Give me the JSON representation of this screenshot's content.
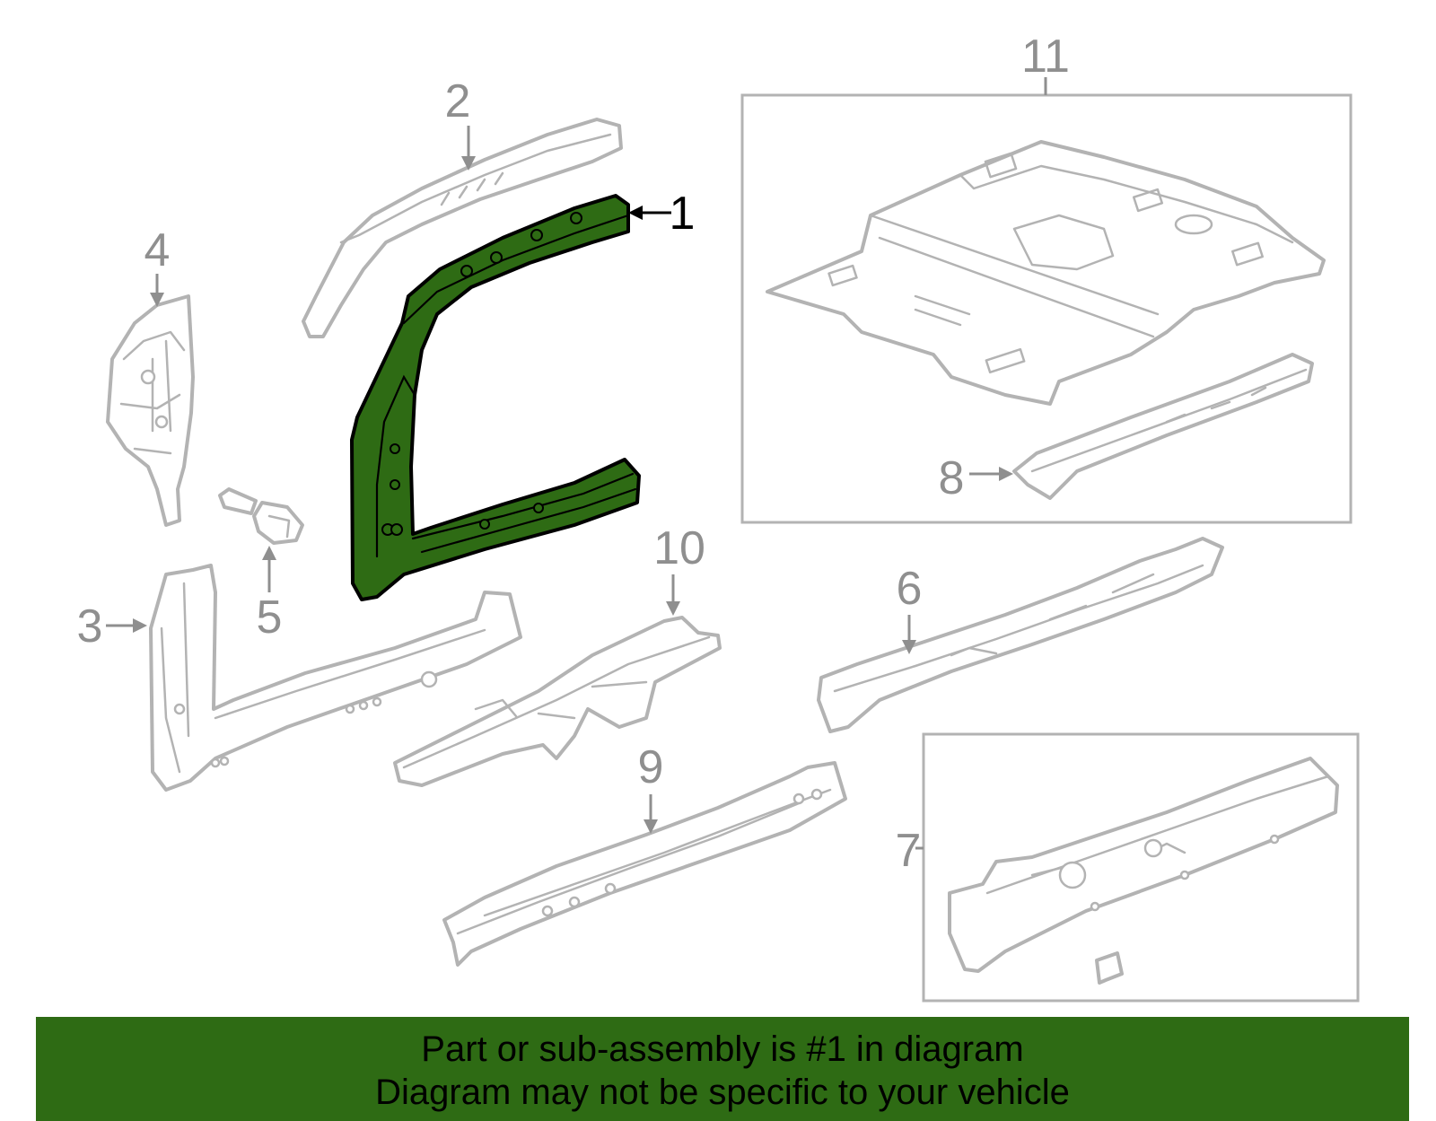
{
  "callouts": {
    "c1": "1",
    "c2": "2",
    "c3": "3",
    "c4": "4",
    "c5": "5",
    "c6": "6",
    "c7": "7",
    "c8": "8",
    "c9": "9",
    "c10": "10",
    "c11": "11"
  },
  "highlighted_part": "1",
  "colors": {
    "highlight": "#2e6b14",
    "line": "#b3b3b3",
    "callout": "#8f8f8f",
    "banner": "#2e6b14"
  },
  "banner": {
    "line1": "Part or sub-assembly is #1 in diagram",
    "line2": "Diagram may not be specific to your vehicle"
  }
}
